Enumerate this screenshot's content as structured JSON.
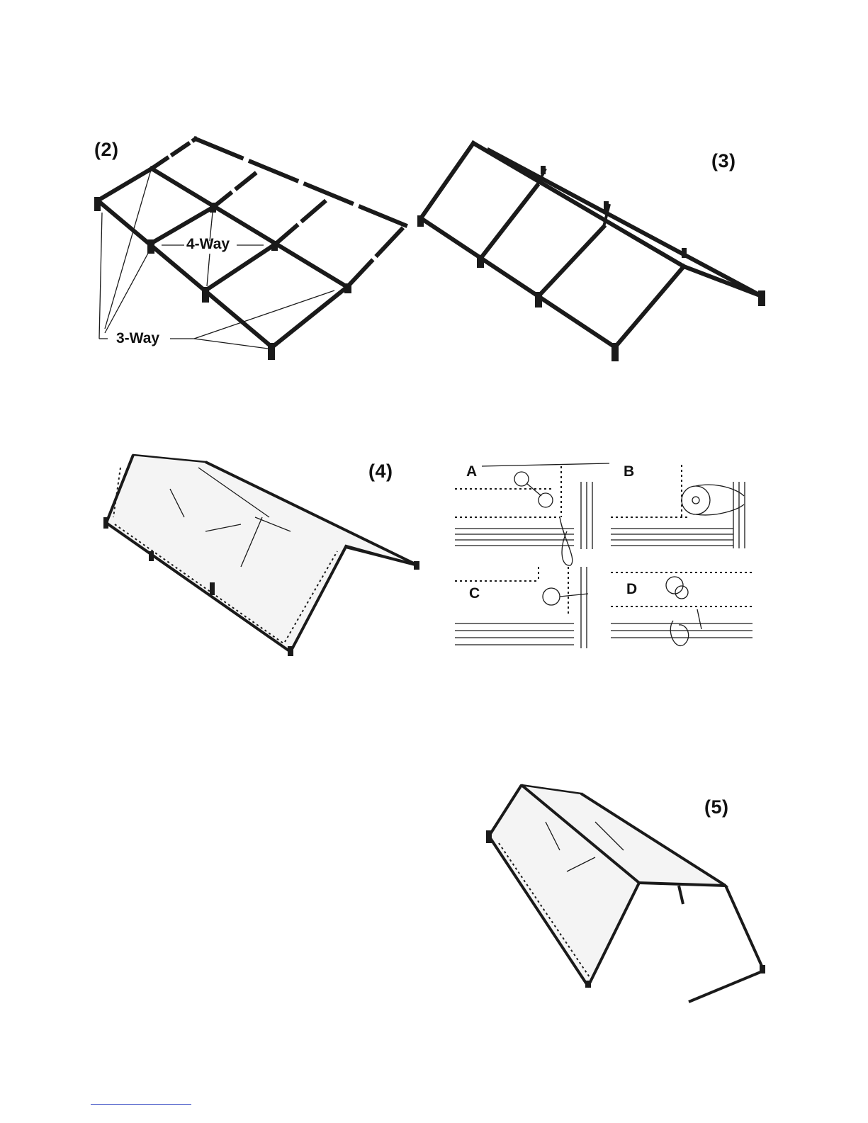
{
  "figures": {
    "fig2": {
      "label": "(2)",
      "callout_4way": "4-Way",
      "callout_3way": "3-Way"
    },
    "fig3": {
      "label": "(3)"
    },
    "fig4": {
      "label": "(4)"
    },
    "fig4_details": {
      "a": "A",
      "b": "B",
      "c": "C",
      "d": "D"
    },
    "fig5": {
      "label": "(5)"
    }
  }
}
